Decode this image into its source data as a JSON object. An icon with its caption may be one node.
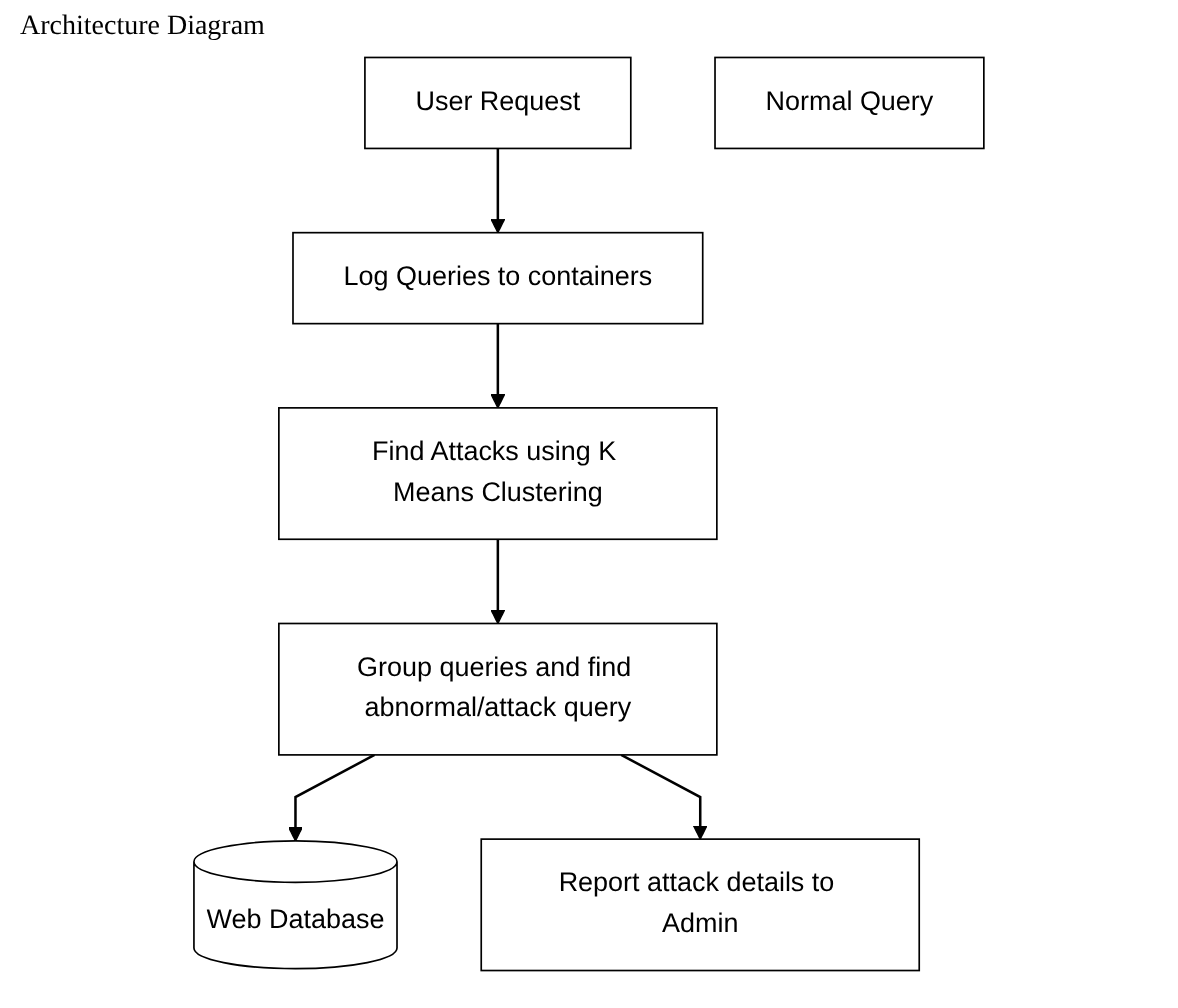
{
  "diagram": {
    "title": "Architecture Diagram",
    "nodes": [
      {
        "text": [
          "User Request"
        ]
      },
      {
        "text": [
          "Log Queries to containers"
        ]
      },
      {
        "text": [
          "Find Attacks using K Means Clustering"
        ]
      },
      {
        "text": [
          "Group queries and find abnormal/attack query"
        ]
      },
      {
        "text": [
          "Normal Query"
        ]
      },
      {
        "text": [
          "Web Database"
        ]
      },
      {
        "text": [
          "Report attack details to Admin"
        ]
      }
    ],
    "edges": [
      {
        "from": 0,
        "to": 1,
        "arrow": "to"
      },
      {
        "from": 1,
        "to": 2,
        "arrow": "to"
      },
      {
        "from": 2,
        "to": 3,
        "arrow": "to"
      },
      {
        "from": 3,
        "to": 5,
        "arrow": "to"
      },
      {
        "from": 3,
        "to": 6,
        "arrow": "to"
      }
    ]
  }
}
